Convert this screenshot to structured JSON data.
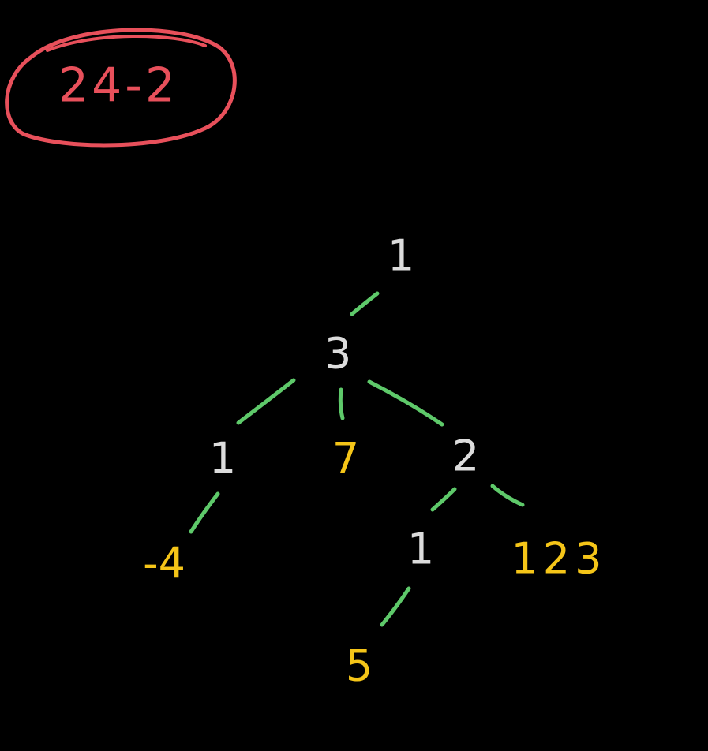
{
  "label": {
    "text": "24-2",
    "color": "#e8505b"
  },
  "colors": {
    "internal_node": "#dcdcdc",
    "leaf_node": "#f5c518",
    "edge": "#5ec96a",
    "background": "#000000"
  },
  "tree": {
    "nodes": [
      {
        "id": "n1",
        "value": "1",
        "kind": "internal"
      },
      {
        "id": "n3",
        "value": "3",
        "kind": "internal"
      },
      {
        "id": "n1b",
        "value": "1",
        "kind": "internal"
      },
      {
        "id": "n7",
        "value": "7",
        "kind": "leaf"
      },
      {
        "id": "n2",
        "value": "2",
        "kind": "internal"
      },
      {
        "id": "nm4",
        "value": "-4",
        "kind": "leaf"
      },
      {
        "id": "n1c",
        "value": "1",
        "kind": "internal"
      },
      {
        "id": "n123",
        "value": "123",
        "kind": "leaf"
      },
      {
        "id": "n5",
        "value": "5",
        "kind": "leaf"
      }
    ],
    "edges": [
      {
        "from": "n1",
        "to": "n3"
      },
      {
        "from": "n3",
        "to": "n1b"
      },
      {
        "from": "n3",
        "to": "n7"
      },
      {
        "from": "n3",
        "to": "n2"
      },
      {
        "from": "n1b",
        "to": "nm4"
      },
      {
        "from": "n2",
        "to": "n1c"
      },
      {
        "from": "n2",
        "to": "n123"
      },
      {
        "from": "n1c",
        "to": "n5"
      }
    ]
  }
}
